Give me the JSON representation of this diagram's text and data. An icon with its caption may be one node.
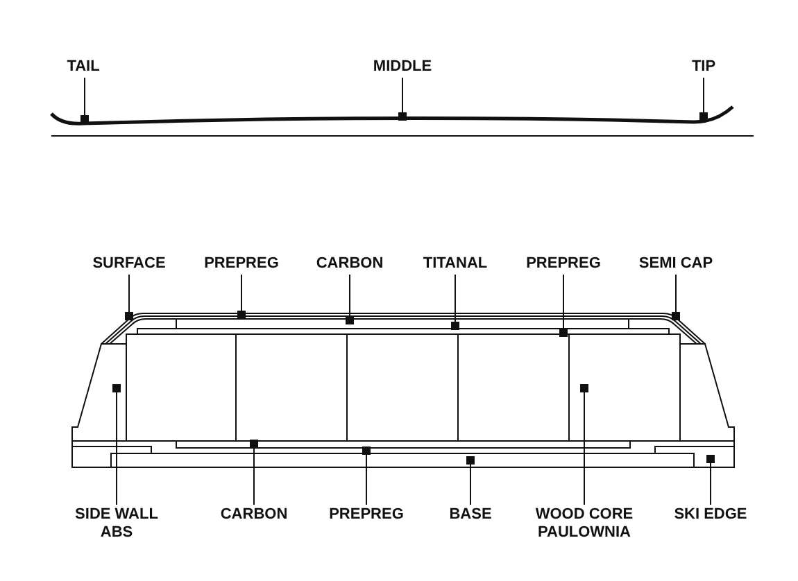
{
  "diagram": {
    "nodes": [
      {
        "text": [
          "TAIL"
        ]
      },
      {
        "text": [
          "MIDDLE"
        ]
      },
      {
        "text": [
          "TIP"
        ]
      },
      {
        "text": [
          "SURFACE"
        ]
      },
      {
        "text": [
          "PREPREG"
        ]
      },
      {
        "text": [
          "CARBON"
        ]
      },
      {
        "text": [
          "TITANAL"
        ]
      },
      {
        "text": [
          "PREPREG"
        ]
      },
      {
        "text": [
          "SEMI CAP"
        ]
      },
      {
        "text": [
          "SIDE WALL ABS"
        ]
      },
      {
        "text": [
          "CARBON"
        ]
      },
      {
        "text": [
          "PREPREG"
        ]
      },
      {
        "text": [
          "BASE"
        ]
      },
      {
        "text": [
          "WOOD CORE PAULOWNIA"
        ]
      },
      {
        "text": [
          "SKI EDGE"
        ]
      }
    ],
    "edges": [
      {
        "from": 0,
        "to": null,
        "arrow": "other"
      },
      {
        "from": 1,
        "to": null,
        "arrow": "other"
      },
      {
        "from": 2,
        "to": null,
        "arrow": "other"
      },
      {
        "from": 3,
        "to": null,
        "arrow": "other"
      },
      {
        "from": 4,
        "to": null,
        "arrow": "other"
      },
      {
        "from": 5,
        "to": null,
        "arrow": "other"
      },
      {
        "from": 6,
        "to": null,
        "arrow": "other"
      },
      {
        "from": 7,
        "to": null,
        "arrow": "other"
      },
      {
        "from": 8,
        "to": null,
        "arrow": "other"
      },
      {
        "from": 9,
        "to": null,
        "arrow": "other"
      },
      {
        "from": 10,
        "to": null,
        "arrow": "other"
      },
      {
        "from": 11,
        "to": null,
        "arrow": "other"
      },
      {
        "from": 12,
        "to": null,
        "arrow": "other"
      },
      {
        "from": 13,
        "to": null,
        "arrow": "other"
      },
      {
        "from": 14,
        "to": null,
        "arrow": "other"
      }
    ]
  }
}
